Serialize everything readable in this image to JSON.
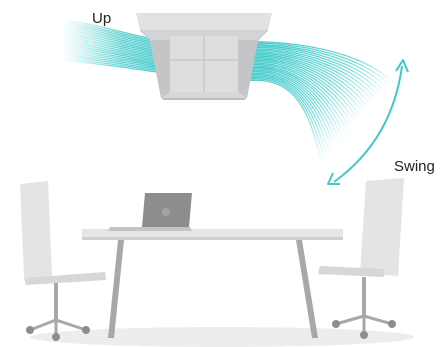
{
  "labels": {
    "up": "Up",
    "swing": "Swing"
  },
  "colors": {
    "airflow": "#3fc9c9",
    "arrow": "#3fc9c9",
    "unit_body": "#dcdcdc",
    "unit_face": "#cfcfd1",
    "furniture": "#e3e3e5",
    "legs": "#a8a8ab",
    "laptop": "#8d8d90",
    "floor_shadow": "#ededee"
  },
  "icons": {
    "ceiling_unit": "ceiling-cassette-ac",
    "arrow": "double-headed-arc-arrow"
  }
}
